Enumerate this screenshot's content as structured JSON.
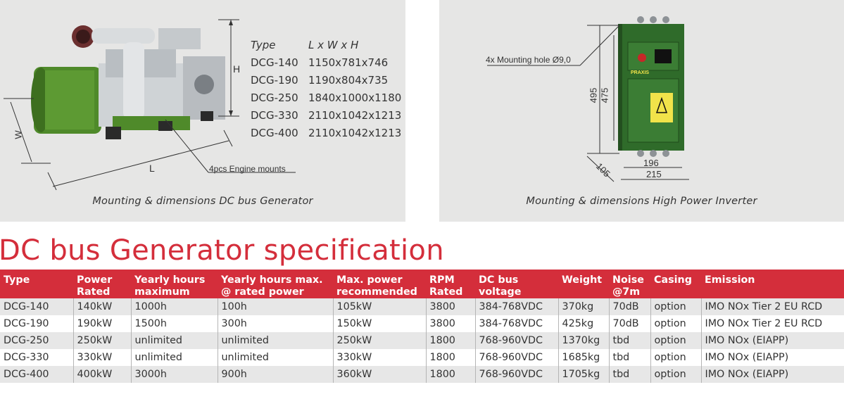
{
  "generator_panel": {
    "caption": "Mounting & dimensions DC bus Generator",
    "dim_header": {
      "type": "Type",
      "lwh": "L x W x H"
    },
    "dims": [
      {
        "type": "DCG-140",
        "lwh": "1150x781x746"
      },
      {
        "type": "DCG-190",
        "lwh": "1190x804x735"
      },
      {
        "type": "DCG-250",
        "lwh": "1840x1000x1180"
      },
      {
        "type": "DCG-330",
        "lwh": "2110x1042x1213"
      },
      {
        "type": "DCG-400",
        "lwh": "2110x1042x1213"
      }
    ],
    "label_h": "H",
    "label_w": "W",
    "label_l": "L",
    "mounts_note": "4pcs Engine mounts"
  },
  "inverter_panel": {
    "caption": "Mounting & dimensions High Power Inverter",
    "mounting_note": "4x Mounting hole Ø9,0",
    "dim_495": "495",
    "dim_475": "475",
    "dim_105": "105",
    "dim_196": "196",
    "dim_215": "215",
    "brand": "PRAXIS"
  },
  "title": "DC bus Generator specification",
  "table": {
    "headers": [
      [
        "Type"
      ],
      [
        "Power",
        "Rated"
      ],
      [
        "Yearly hours",
        "maximum"
      ],
      [
        "Yearly hours max.",
        "@ rated power"
      ],
      [
        "Max. power",
        "recommended"
      ],
      [
        "RPM",
        "Rated"
      ],
      [
        "DC bus",
        "voltage"
      ],
      [
        "Weight"
      ],
      [
        "Noise",
        "@7m"
      ],
      [
        "Casing"
      ],
      [
        "Emission"
      ]
    ],
    "rows": [
      [
        "DCG-140",
        "140kW",
        "1000h",
        "100h",
        "105kW",
        "3800",
        "384-768VDC",
        "370kg",
        "70dB",
        "option",
        "IMO NOx Tier 2 EU RCD"
      ],
      [
        "DCG-190",
        "190kW",
        "1500h",
        "300h",
        "150kW",
        "3800",
        "384-768VDC",
        "425kg",
        "70dB",
        "option",
        "IMO NOx Tier 2 EU RCD"
      ],
      [
        "DCG-250",
        "250kW",
        "unlimited",
        "unlimited",
        "250kW",
        "1800",
        "768-960VDC",
        "1370kg",
        "tbd",
        "option",
        "IMO NOx (EIAPP)"
      ],
      [
        "DCG-330",
        "330kW",
        "unlimited",
        "unlimited",
        "330kW",
        "1800",
        "768-960VDC",
        "1685kg",
        "tbd",
        "option",
        "IMO NOx (EIAPP)"
      ],
      [
        "DCG-400",
        "400kW",
        "3000h",
        "900h",
        "360kW",
        "1800",
        "768-960VDC",
        "1705kg",
        "tbd",
        "option",
        "IMO NOx (EIAPP)"
      ]
    ]
  },
  "colors": {
    "accent": "#d42e3b",
    "panel_bg": "#e6e6e5",
    "row_alt": "#e7e7e7"
  }
}
